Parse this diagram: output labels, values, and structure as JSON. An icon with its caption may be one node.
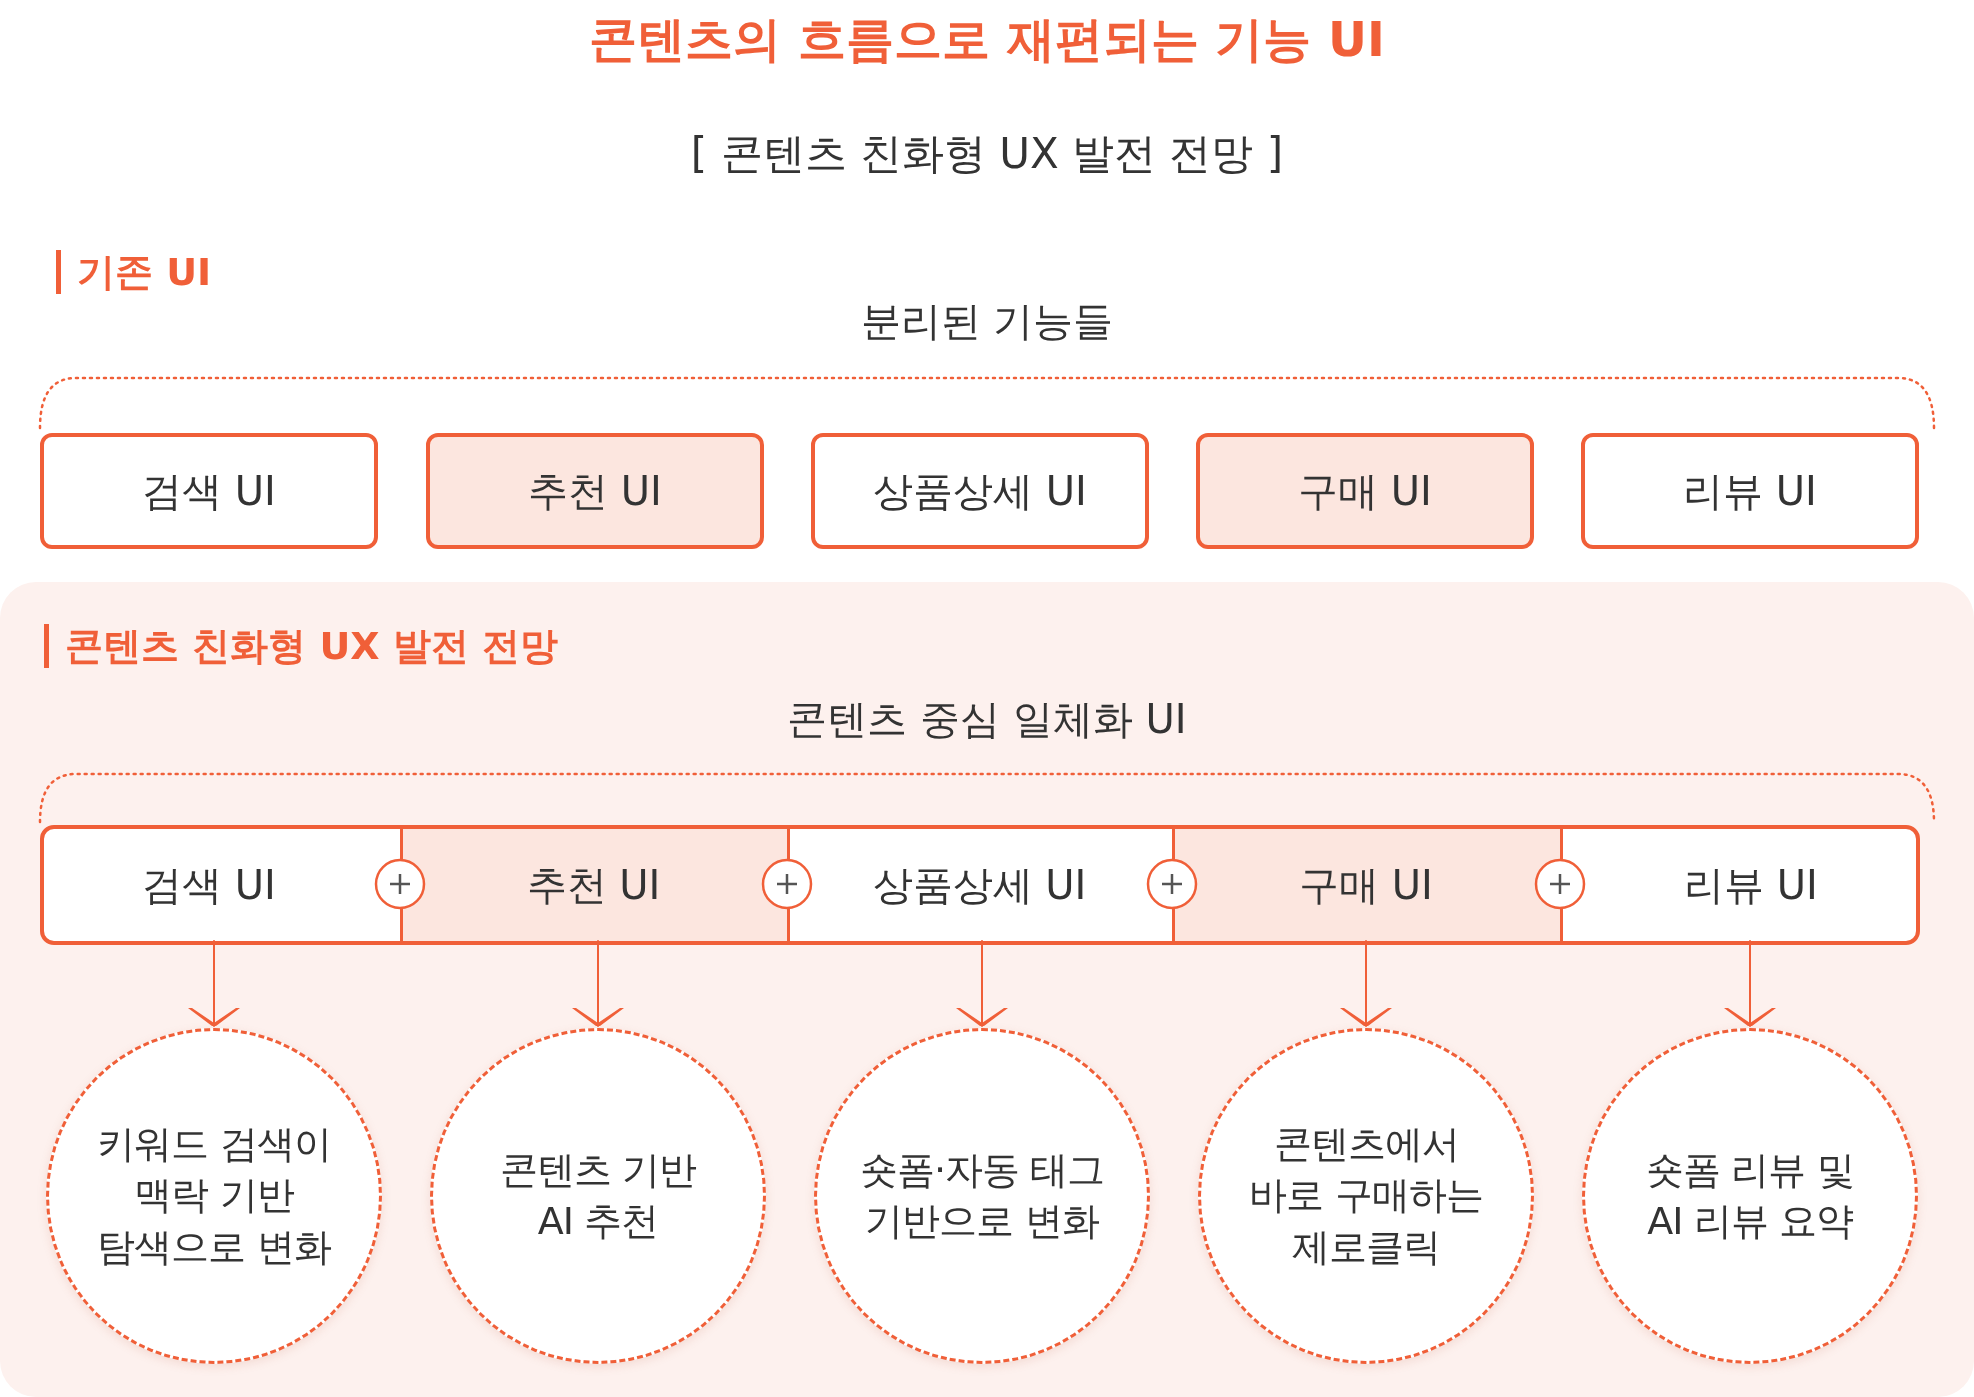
{
  "diagram": {
    "title": "콘텐츠의 흐름으로 재편되는 기능 UI",
    "nodes": [
      {
        "text": [
          "검색 UI"
        ]
      },
      {
        "text": [
          "추천 UI"
        ]
      },
      {
        "text": [
          "상품상세 UI"
        ]
      },
      {
        "text": [
          "구매 UI"
        ]
      },
      {
        "text": [
          "리뷰 UI"
        ]
      },
      {
        "text": [
          "콘텐츠 친화형 UX 발전 전망"
        ]
      },
      {
        "text": [],
        "shape": "bar",
        "in": 5
      },
      {
        "text": [
          "검색 UI"
        ],
        "in": 6
      },
      {
        "text": [
          "추천 UI"
        ],
        "in": 6
      },
      {
        "text": [
          "상품상세 UI"
        ],
        "in": 6
      },
      {
        "text": [
          "구매 UI"
        ],
        "in": 6
      },
      {
        "text": [
          "리뷰 UI"
        ],
        "in": 6
      },
      {
        "text": [
          "키워드 검색이 맥락 기반 탐색으로 변화"
        ],
        "in": 5
      },
      {
        "text": [
          "콘텐츠 기반 AI 추천"
        ],
        "in": 5
      },
      {
        "text": [
          "숏폼·자동 태그 기반으로 변화"
        ],
        "in": 5
      },
      {
        "text": [
          "콘텐츠에서 바로 구매하는 제로클릭"
        ],
        "in": 5
      },
      {
        "text": [
          "숏폼 리뷰 및 AI 리뷰 요약"
        ],
        "in": 5
      }
    ],
    "edges": [
      {
        "from": 7,
        "to": 12,
        "arrow": "to"
      },
      {
        "from": 8,
        "to": 13,
        "arrow": "to"
      },
      {
        "from": 9,
        "to": 14,
        "arrow": "to"
      },
      {
        "from": 10,
        "to": 15,
        "arrow": "to"
      },
      {
        "from": 11,
        "to": 16,
        "arrow": "to"
      }
    ],
    "labels": [
      "[ 콘텐츠 친화형 UX 발전 전망 ]",
      "기존 UI",
      "분리된 기능들",
      "콘텐츠 중심 일체화 UI"
    ]
  }
}
